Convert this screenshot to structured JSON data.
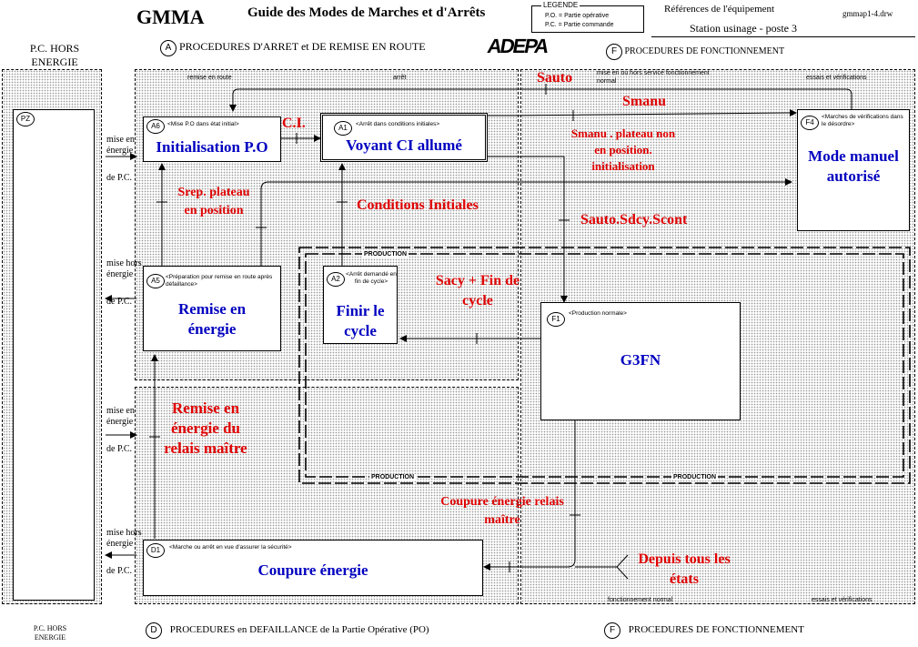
{
  "header": {
    "title": "GMMA",
    "guide": "Guide  des Modes de Marches et d'Arrêts",
    "legend_title": "LEGENDE",
    "legend_po": "P.O. = Partie opérative",
    "legend_pc": "P.C. = Partie commande",
    "ref_label": "Références de l'équipement",
    "filename": "gmmap1-4.drw",
    "station": "Station usinage - poste 3",
    "logo": "ADEPA"
  },
  "sections": {
    "pc_hors_top": "P.C. HORS ENERGIE",
    "pc_hors_bottom": "P.C. HORS ENERGIE",
    "a_letter": "A",
    "a_label": "PROCEDURES D'ARRET et DE REMISE EN ROUTE",
    "f_letter": "F",
    "f_label_top": "PROCEDURES DE FONCTIONNEMENT",
    "d_letter": "D",
    "d_label": "PROCEDURES en DEFAILLANCE de la Partie Opérative (PO)",
    "f_label_bottom": "PROCEDURES DE FONCTIONNEMENT",
    "remise_en_route": "remise en route",
    "arret": "arrêt",
    "mise_service": "mise en ou hors service fonctionnement normal",
    "essais_top": "essais et vérifications",
    "fonct_normal_bottom": "fonctionnement normal",
    "essais_bottom": "essais et vérifications",
    "production": "PRODUCTION"
  },
  "side_labels": {
    "mise_en_energie": "mise en énergie",
    "mise_hors_energie": "mise hors énergie",
    "de_pc": "de P.C."
  },
  "boxes": {
    "pz": {
      "id": "PZ"
    },
    "a6": {
      "id": "A6",
      "sub": "<Mise P.O dans état initial>",
      "title": "Initialisation P.O"
    },
    "a1": {
      "id": "A1",
      "sub": "<Arrêt dans conditions initiales>",
      "title": "Voyant CI allumé"
    },
    "f4": {
      "id": "F4",
      "sub": "<Marches de vérifications dans le désordre>",
      "title": "Mode manuel autorisé"
    },
    "a5": {
      "id": "A5",
      "sub": "<Préparation pour remise en route après défaillance>",
      "title": "Remise en énergie"
    },
    "a2": {
      "id": "A2",
      "sub": "<Arrêt demandé en fin de cycle>",
      "title": "Finir le cycle"
    },
    "f1": {
      "id": "F1",
      "sub": "<Production normale>",
      "title": "G3FN"
    },
    "d1": {
      "id": "D1",
      "sub": "<Marche ou arrêt en vue d'assurer la sécurité>",
      "title": "Coupure énergie"
    }
  },
  "transitions": {
    "sauto": "Sauto",
    "smanu": "Smanu",
    "ci": "C.I.",
    "smanu_plateau": "Smanu . plateau non en position. initialisation",
    "srep": "Srep. plateau en position",
    "conditions": "Conditions Initiales",
    "sauto_sdcy": "Sauto.Sdcy.Scont",
    "sacy": "Sacy + Fin de cycle",
    "remise_relais": "Remise en énergie du relais maître",
    "coupure_relais": "Coupure énergie relais maître",
    "depuis": "Depuis tous les états"
  }
}
